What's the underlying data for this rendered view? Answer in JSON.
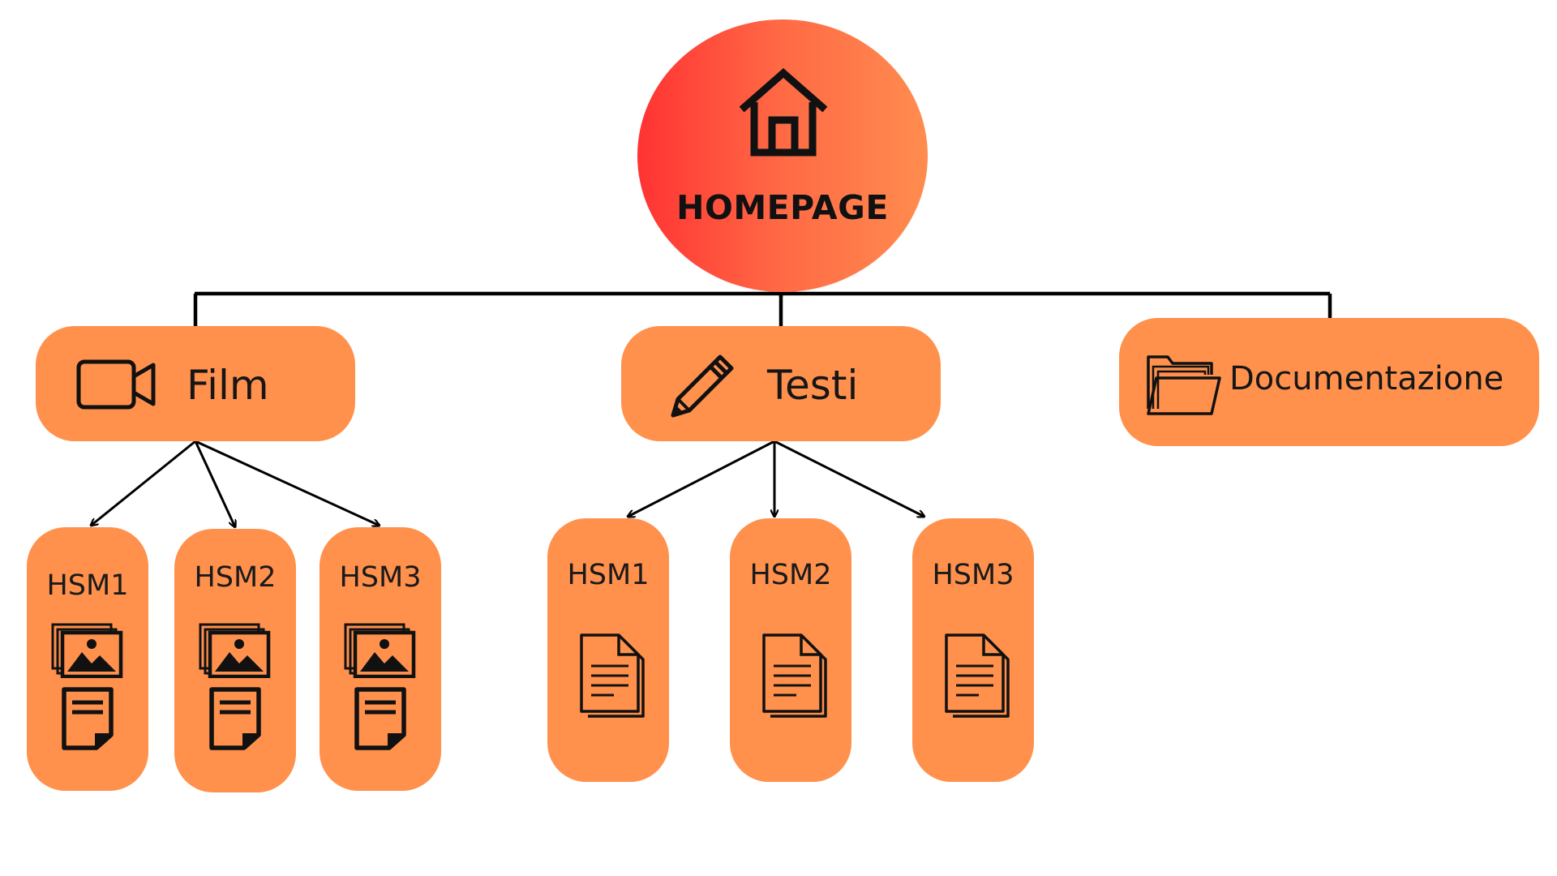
{
  "root": {
    "label": "HOMEPAGE",
    "icon": "home-icon"
  },
  "sections": [
    {
      "label": "Film",
      "icon": "video-camera-icon",
      "children": [
        {
          "label": "HSM1",
          "icons": [
            "images-icon",
            "document-icon"
          ]
        },
        {
          "label": "HSM2",
          "icons": [
            "images-icon",
            "document-icon"
          ]
        },
        {
          "label": "HSM3",
          "icons": [
            "images-icon",
            "document-icon"
          ]
        }
      ]
    },
    {
      "label": "Testi",
      "icon": "pencil-icon",
      "children": [
        {
          "label": "HSM1",
          "icons": [
            "text-pages-icon"
          ]
        },
        {
          "label": "HSM2",
          "icons": [
            "text-pages-icon"
          ]
        },
        {
          "label": "HSM3",
          "icons": [
            "text-pages-icon"
          ]
        }
      ]
    },
    {
      "label": "Documentazione",
      "icon": "folder-icon",
      "children": []
    }
  ],
  "colors": {
    "root_gradient_start": "#ff3333",
    "root_gradient_end": "#ff8c4f",
    "box_fill": "#ff914d",
    "line": "#000000",
    "text": "#141414"
  }
}
